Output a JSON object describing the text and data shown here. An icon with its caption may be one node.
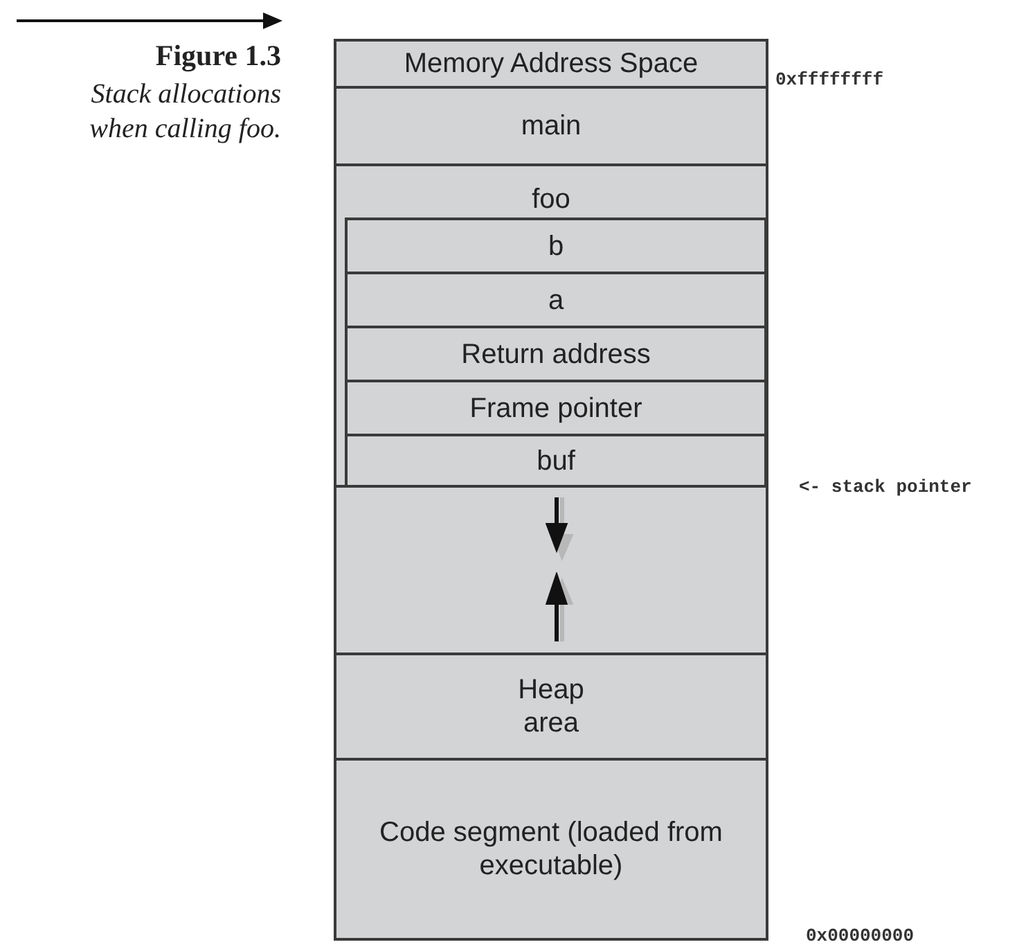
{
  "diagram": {
    "title": "Figure 1.3",
    "caption": "Stack allocations when calling foo.",
    "nodes": [
      {
        "text": [
          "Memory Address Space"
        ]
      },
      {
        "text": [
          "main"
        ]
      },
      {
        "text": [
          "foo"
        ]
      },
      {
        "text": [
          "b"
        ],
        "in": 2
      },
      {
        "text": [
          "a"
        ],
        "in": 2
      },
      {
        "text": [
          "Return address"
        ],
        "in": 2
      },
      {
        "text": [
          "Frame pointer"
        ],
        "in": 2
      },
      {
        "text": [
          "buf"
        ],
        "in": 2
      },
      {
        "text": [],
        "shape": "box"
      },
      {
        "text": [
          "Heap area"
        ]
      },
      {
        "text": [
          "Code segment (loaded from executable)"
        ]
      }
    ],
    "edges": [],
    "labels": [
      "0xffffffff",
      "<- stack pointer",
      "0x00000000"
    ]
  }
}
